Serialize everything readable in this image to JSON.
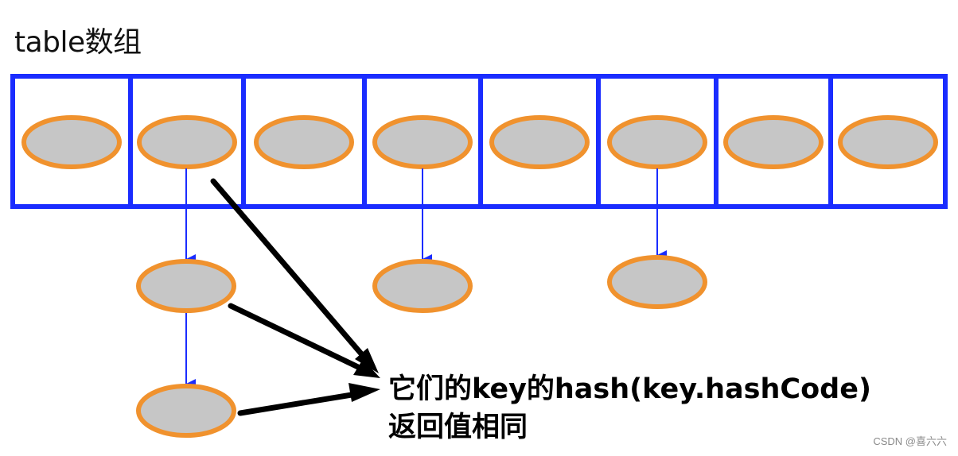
{
  "title": "table数组",
  "annotation": {
    "line1": "它们的key的hash(key.hashCode)",
    "line2": "返回值相同"
  },
  "watermark": "CSDN @喜六六",
  "colors": {
    "table_border": "#1a2cff",
    "node_fill": "#c6c6c6",
    "node_stroke": "#f0922e",
    "link_arrow": "#1a2cff",
    "pointer_arrow": "#000000"
  },
  "table": {
    "bucket_count": 8
  },
  "chains": [
    {
      "bucket": 1,
      "extra_nodes": 2
    },
    {
      "bucket": 3,
      "extra_nodes": 1
    },
    {
      "bucket": 5,
      "extra_nodes": 1
    }
  ]
}
